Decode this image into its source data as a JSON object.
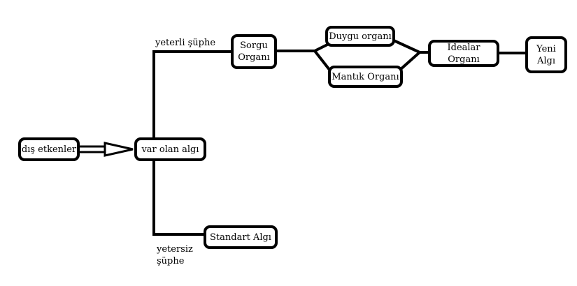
{
  "diagram": {
    "type": "flowchart",
    "colors": {
      "stroke": "#000000",
      "background": "#ffffff",
      "text": "#000000"
    },
    "nodes": {
      "dis_etkenler": "dış etkenler",
      "var_olan_algi": "var olan algı",
      "sorgu_organi": "Sorgu\nOrganı",
      "duygu_organi": "Duygu organı",
      "mantik_organi": "Mantık Organı",
      "idealar_organi": "İdealar Organı",
      "yeni_algi": "Yeni\nAlgı",
      "standart_algi": "Standart Algı"
    },
    "edge_labels": {
      "yeterli_suphe": "yeterli şüphe",
      "yetersiz_suphe": "yetersiz\nşüphe"
    },
    "edges": [
      {
        "from": "dış etkenler",
        "to": "var olan algı",
        "style": "double-arrow"
      },
      {
        "from": "var olan algı",
        "to": "Sorgu Organı",
        "label": "yeterli şüphe"
      },
      {
        "from": "var olan algı",
        "to": "Standart Algı",
        "label": "yetersiz şüphe"
      },
      {
        "from": "Sorgu Organı",
        "to": "Duygu organı"
      },
      {
        "from": "Sorgu Organı",
        "to": "Mantık Organı"
      },
      {
        "from": "Duygu organı",
        "to": "İdealar Organı"
      },
      {
        "from": "Mantık Organı",
        "to": "İdealar Organı"
      },
      {
        "from": "İdealar Organı",
        "to": "Yeni Algı"
      }
    ]
  }
}
